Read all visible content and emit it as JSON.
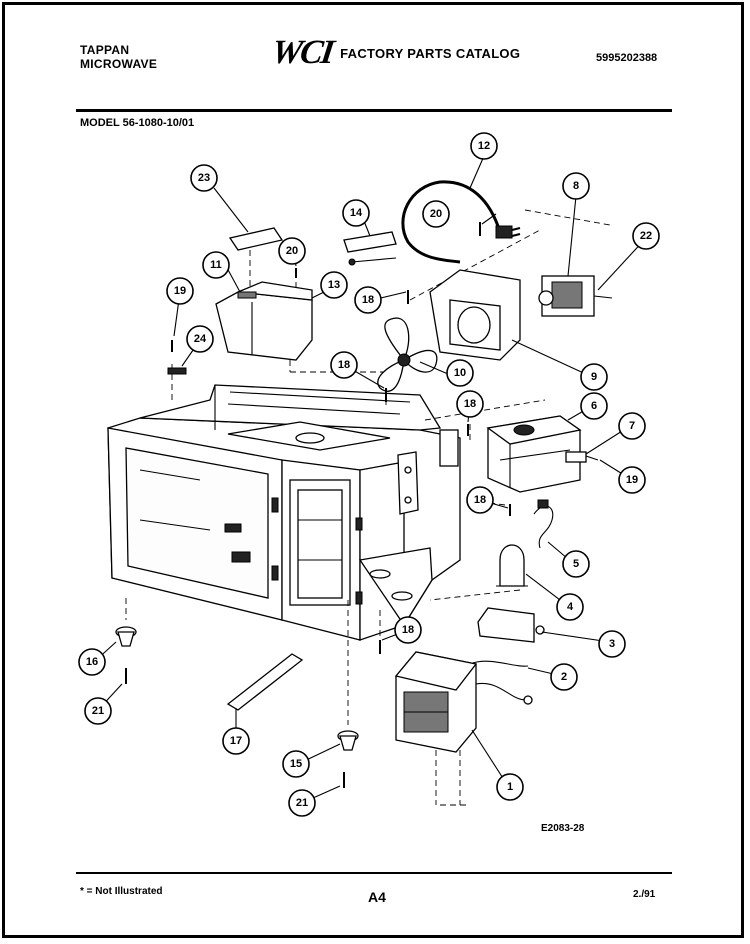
{
  "header": {
    "brand_line1": "TAPPAN",
    "brand_line2": "MICROWAVE",
    "logo": "WCI",
    "catalog_title": "FACTORY PARTS CATALOG",
    "catalog_number": "5995202388"
  },
  "model": "MODEL 56-1080-10/01",
  "drawing_ref": "E2083-28",
  "footer": {
    "note": "* = Not Illustrated",
    "page": "A4",
    "date": "2./91"
  },
  "callouts": [
    "1",
    "2",
    "3",
    "4",
    "5",
    "6",
    "7",
    "8",
    "9",
    "10",
    "11",
    "12",
    "13",
    "14",
    "15",
    "16",
    "17",
    "18",
    "19",
    "20",
    "21",
    "22",
    "23",
    "24"
  ],
  "callout_labels": {
    "c1": "1",
    "c2": "2",
    "c3": "3",
    "c4": "4",
    "c5": "5",
    "c6": "6",
    "c7": "7",
    "c8": "8",
    "c9": "9",
    "c10": "10",
    "c11": "11",
    "c12": "12",
    "c13": "13",
    "c14": "14",
    "c15": "15",
    "c16": "16",
    "c17": "17",
    "c18a": "18",
    "c18b": "18",
    "c18c": "18",
    "c18d": "18",
    "c18e": "18",
    "c19a": "19",
    "c19b": "19",
    "c20a": "20",
    "c20b": "20",
    "c21a": "21",
    "c21b": "21",
    "c22": "22",
    "c23": "23",
    "c24": "24"
  }
}
